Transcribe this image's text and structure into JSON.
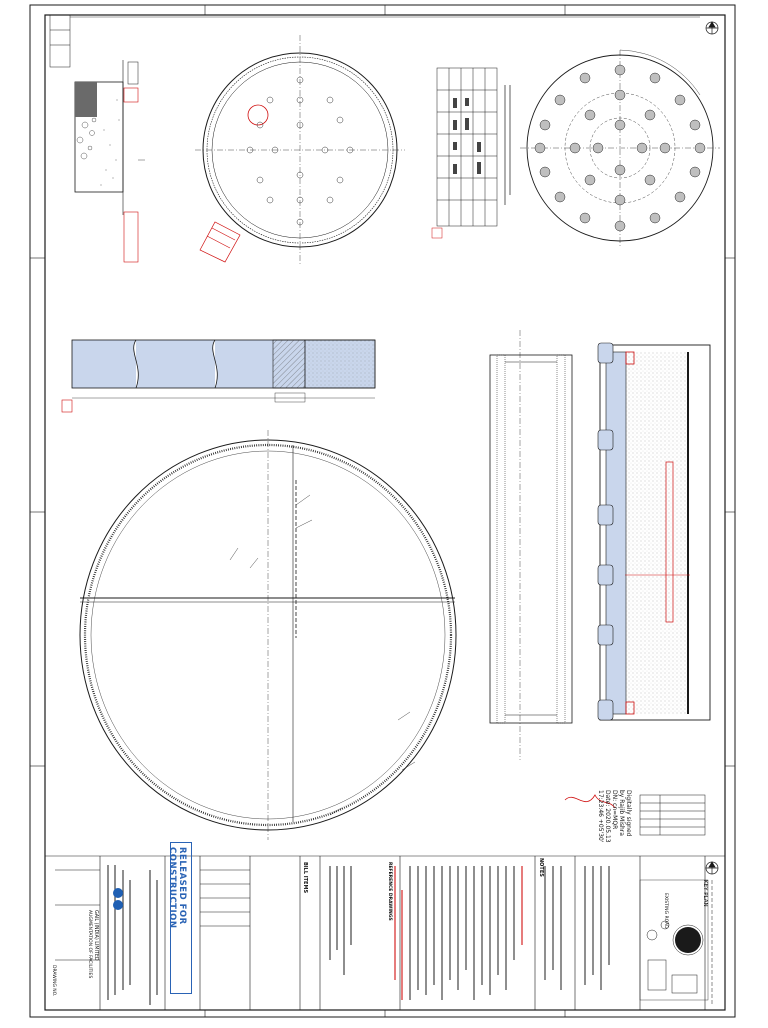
{
  "stamp": {
    "text": "RELEASED FOR CONSTRUCTION",
    "color": "#2a63b5"
  },
  "annotation_color": "#d01010",
  "drawing_colors": {
    "line": "#1a1a1a",
    "tank_fill": "#c9d6ec",
    "hatch": "#555555"
  },
  "signature": {
    "lines": [
      "Digitally signed",
      "by Rajib Mishra",
      "DN: cn=MQR",
      "Date: 2020.05.13",
      "17:23:46 +05'30'"
    ]
  },
  "sections": {
    "key_plan": "KEY PLAN",
    "bill_items": "BILL ITEMS",
    "notes": "NOTES",
    "references": "REFERENCE DRAWINGS"
  },
  "legend": {
    "existing_road": "EXISTING ROAD"
  },
  "title_block": {
    "client": "GAIL (INDIA) LIMITED",
    "project": "AUGMENTATION OF FACILITIES",
    "drawing_no": "DRAWING NO."
  }
}
